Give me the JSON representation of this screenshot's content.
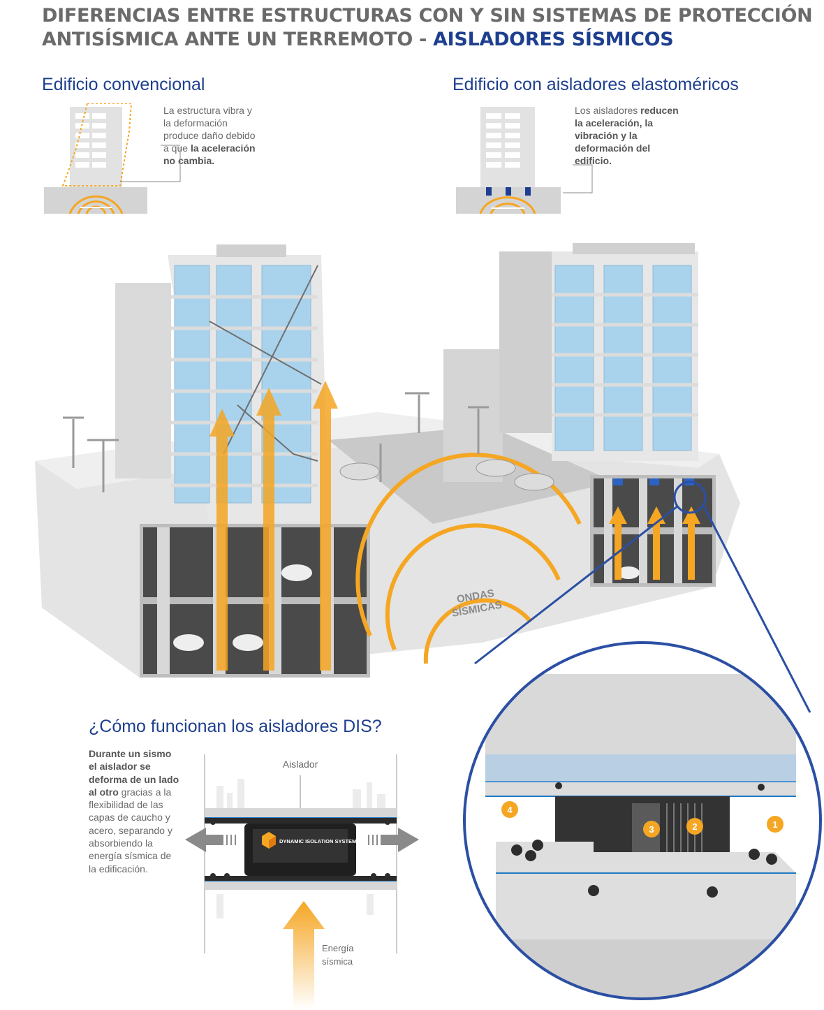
{
  "title": {
    "main": "DIFERENCIAS ENTRE ESTRUCTURAS CON Y SIN SISTEMAS DE PROTECCIÓN ANTISÍSMICA ANTE UN TERREMOTO - ",
    "accent": "AISLADORES SÍSMICOS"
  },
  "conventional": {
    "heading": "Edificio convencional",
    "text_plain": "La estructura vibra y la deformación produce daño debido a que ",
    "text_bold": "la aceleración no cambia."
  },
  "isolated": {
    "heading": "Edificio con aisladores elastoméricos",
    "text_plain": "Los aisladores ",
    "text_bold": "reducen la aceleración, la vibración y la deformación del edificio."
  },
  "scene": {
    "waves_label_1": "ONDAS",
    "waves_label_2": "SÍSMICAS"
  },
  "how": {
    "heading": "¿Cómo funcionan los aisladores DIS?",
    "text_bold": "Durante un sismo el aislador se deforma de un lado al otro",
    "text_plain": " gracias a la flexibilidad de las capas de caucho y acero, separando y absorbiendo la energía sísmica de la edificación.",
    "isolator_label": "Aislador",
    "brand_label": "DYNAMIC ISOLATION SYSTEMS",
    "energy_label_1": "Energía",
    "energy_label_2": "sísmica"
  },
  "detail_markers": [
    "1",
    "2",
    "3",
    "4"
  ],
  "colors": {
    "accent_blue": "#1e3f8f",
    "orange": "#f5a623",
    "concrete": "#d8d8d8",
    "glass": "#a9d3ec"
  }
}
